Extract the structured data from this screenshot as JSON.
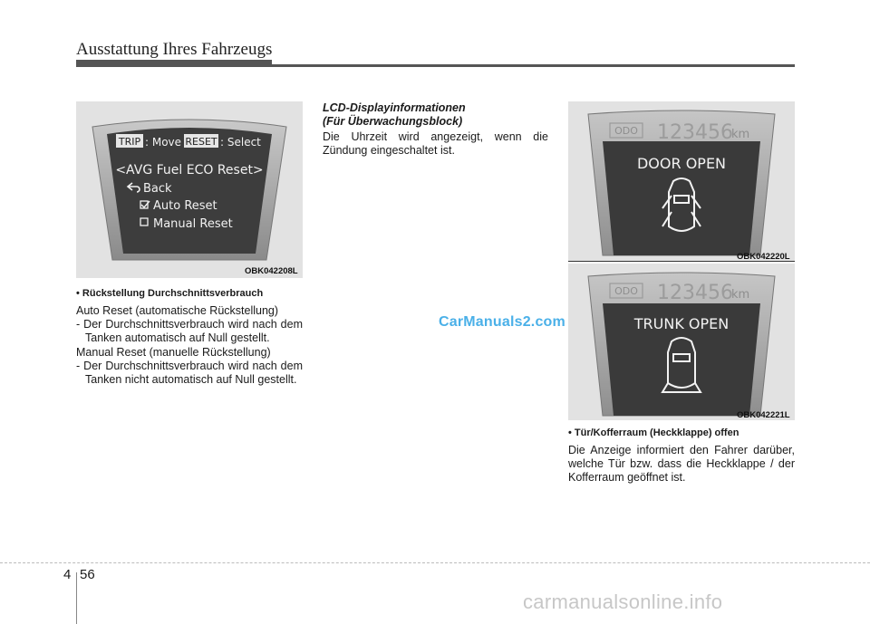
{
  "header": {
    "title": "Ausstattung Ihres Fahrzeugs"
  },
  "figure1": {
    "code": "OBK042208L",
    "display": {
      "trip_key": "TRIP",
      "move_text": ": Move",
      "reset_key": "RESET",
      "select_text": ": Select",
      "heading": "<AVG Fuel ECO Reset>",
      "back": "Back",
      "auto_reset": "Auto Reset",
      "manual_reset": "Manual Reset"
    }
  },
  "left_text": {
    "bullet": "• Rückstellung Durchschnittsverbrauch",
    "p1": "Auto Reset (automatische Rückstellung)",
    "p1_item": "- Der Durchschnittsverbrauch wird nach dem Tanken automatisch auf Null gestellt.",
    "p2": "Manual Reset (manuelle Rückstellung)",
    "p2_item": "- Der Durchschnittsverbrauch wird nach dem Tanken nicht automatisch auf Null gestellt."
  },
  "middle": {
    "title_line1": "LCD-Displayinformationen",
    "title_line2": "(Für Überwachungsblock)",
    "text": "Die Uhrzeit wird angezeigt, wenn die Zündung eingeschaltet ist."
  },
  "figure2": {
    "code": "OBK042220L",
    "odo_label": "ODO",
    "odo_value": "123456",
    "odo_unit": "km",
    "message": "DOOR OPEN"
  },
  "figure3": {
    "code": "OBK042221L",
    "odo_label": "ODO",
    "odo_value": "123456",
    "odo_unit": "km",
    "message": "TRUNK OPEN"
  },
  "right_text": {
    "bullet": "• Tür/Kofferraum (Heckklappe) offen",
    "text": "Die Anzeige informiert den Fahrer darüber, welche Tür bzw. dass die Heckklappe / der Kofferraum geöffnet ist."
  },
  "watermark": "CarManuals2.com",
  "footer": {
    "chapter": "4",
    "page": "56",
    "site": "carmanualsonline.info"
  }
}
